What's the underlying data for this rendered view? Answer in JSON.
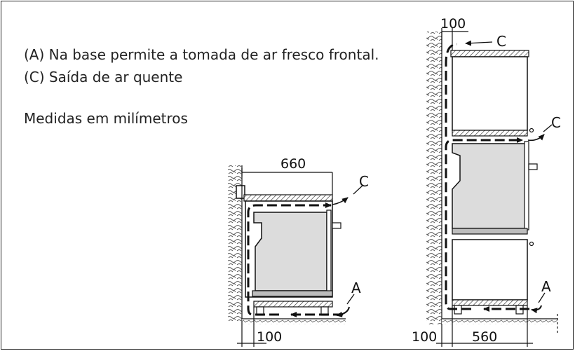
{
  "legend": {
    "line_a": "(A) Na base permite a tomada de ar fresco frontal.",
    "line_c": "(C) Saída de ar quente",
    "units": "Medidas em milímetros"
  },
  "left_install": {
    "depth_dim": "660",
    "wall_gap_dim": "100",
    "label_c": "C",
    "label_a": "A"
  },
  "right_install": {
    "top_gap_dim": "100",
    "wall_gap_dim": "100",
    "width_dim": "560",
    "label_c_top": "C",
    "label_c_mid": "C",
    "label_a": "A"
  },
  "colors": {
    "appliance_fill": "#dcdcdc",
    "line": "#111111",
    "wall_stone": "#555555"
  }
}
